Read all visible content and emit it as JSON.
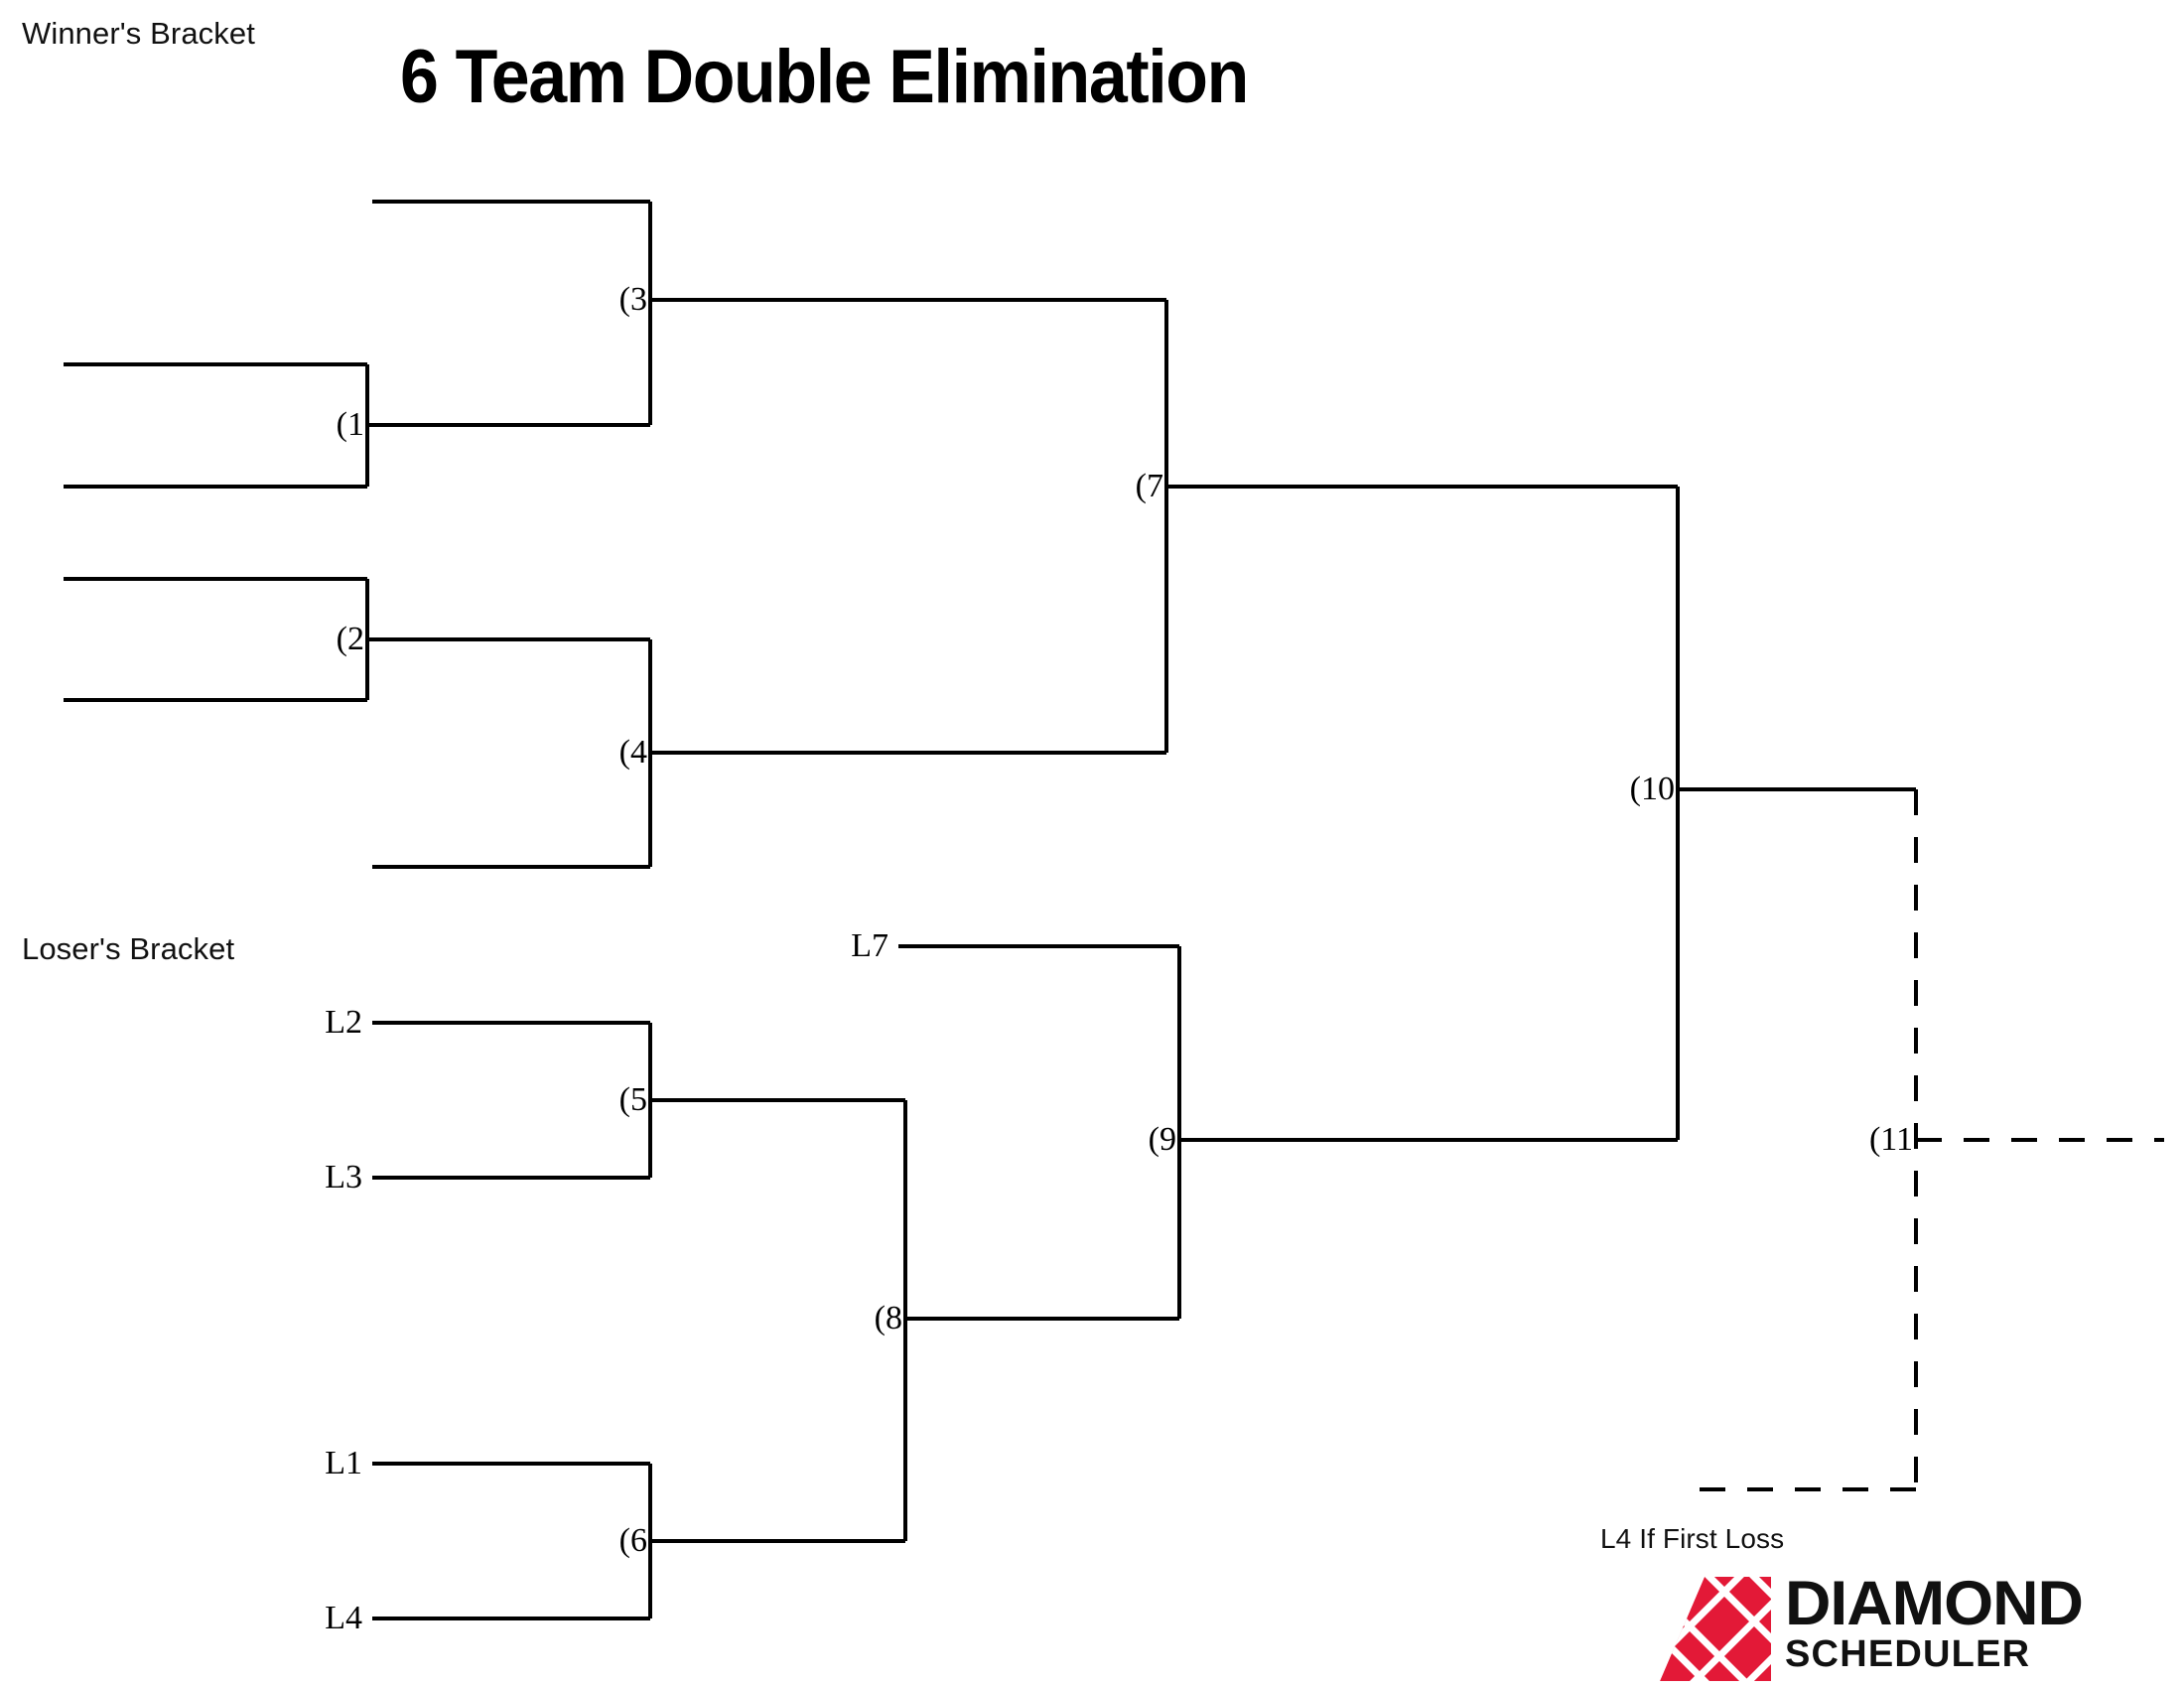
{
  "page": {
    "title": "6 Team Double Elimination",
    "winners_label": "Winner's Bracket",
    "losers_label": "Loser's Bracket",
    "l4_note": "L4 If First Loss"
  },
  "brand": {
    "name_top": "DIAMOND",
    "name_bottom": "SCHEDULER",
    "mark_color": "#E31937",
    "text_color": "#111111"
  },
  "colors": {
    "line": "#000000",
    "background": "#FFFFFF",
    "text": "#000000"
  },
  "winners_bracket": {
    "games": [
      {
        "id": "g1",
        "label": "(1"
      },
      {
        "id": "g2",
        "label": "(2"
      },
      {
        "id": "g3",
        "label": "(3"
      },
      {
        "id": "g4",
        "label": "(4"
      },
      {
        "id": "g7",
        "label": "(7"
      },
      {
        "id": "g10",
        "label": "(10"
      }
    ]
  },
  "losers_bracket": {
    "feeds": [
      {
        "id": "l2",
        "label": "L2"
      },
      {
        "id": "l3",
        "label": "L3"
      },
      {
        "id": "l7",
        "label": "L7"
      },
      {
        "id": "l1",
        "label": "L1"
      },
      {
        "id": "l4",
        "label": "L4"
      }
    ],
    "games": [
      {
        "id": "g5",
        "label": "(5"
      },
      {
        "id": "g6",
        "label": "(6"
      },
      {
        "id": "g8",
        "label": "(8"
      },
      {
        "id": "g9",
        "label": "(9"
      }
    ]
  },
  "final": {
    "games": [
      {
        "id": "g11",
        "label": "(11"
      }
    ]
  }
}
